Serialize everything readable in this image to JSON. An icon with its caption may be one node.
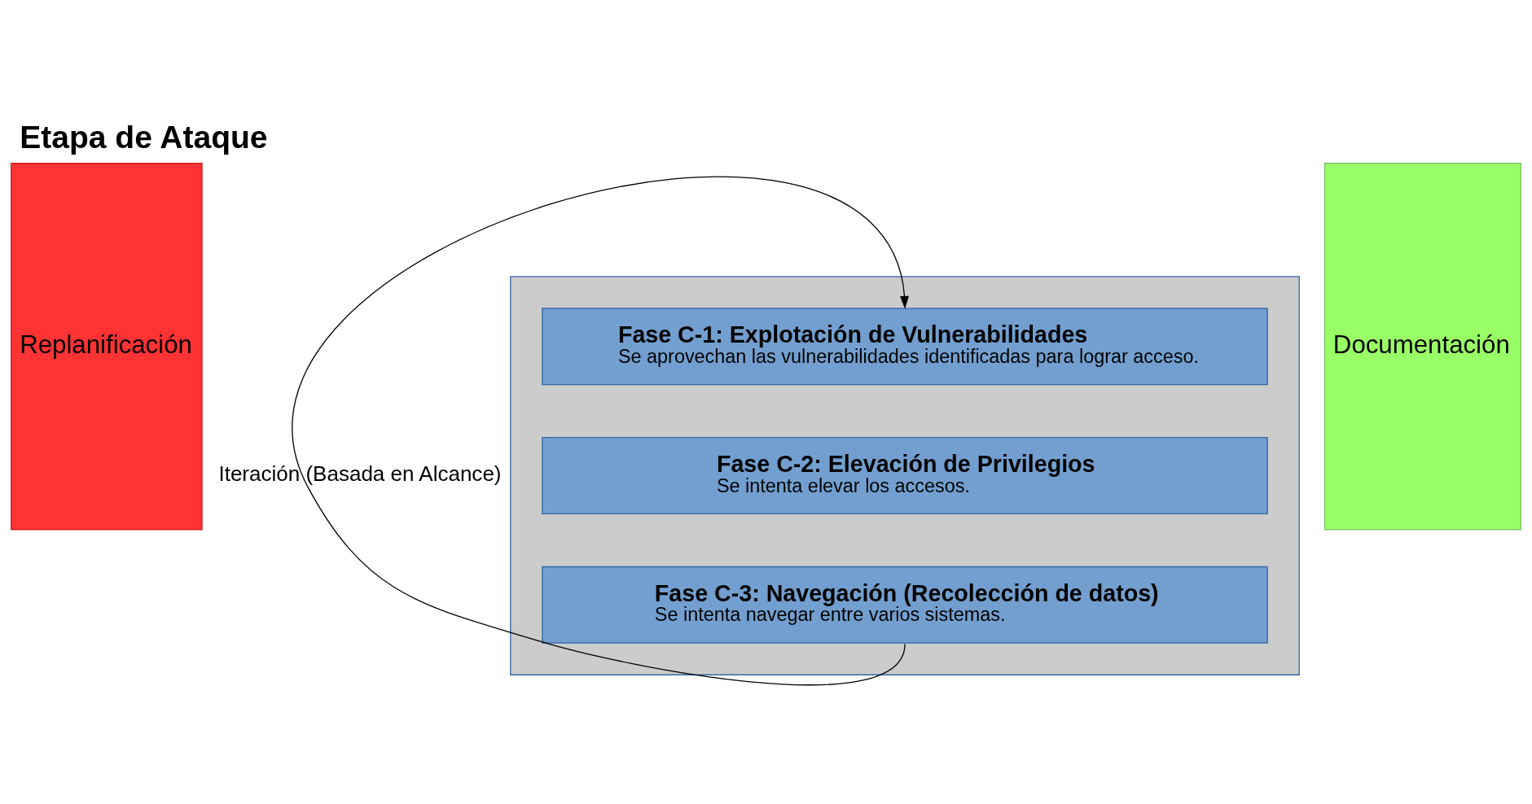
{
  "diagram": {
    "title": "Etapa de Ataque",
    "nodes": [
      {
        "text": [
          "Replanificación"
        ]
      },
      {
        "text": [],
        "shape": "box"
      },
      {
        "text": [
          "Fase C-1: Explotación de Vulnerabilidades",
          "Se aprovechan las vulnerabilidades identificadas para lograr acceso."
        ],
        "in": 1
      },
      {
        "text": [
          "Fase C-2: Elevación de Privilegios",
          "Se intenta elevar los accesos."
        ],
        "in": 1
      },
      {
        "text": [
          "Fase C-3: Navegación (Recolección de datos)",
          "Se intenta navegar entre varios sistemas."
        ],
        "in": 1
      },
      {
        "text": [
          "Documentación"
        ]
      }
    ],
    "edges": [
      {
        "from": 4,
        "to": 1,
        "arrow": "to",
        "label": "Iteración (Basada en Alcance)"
      }
    ]
  }
}
